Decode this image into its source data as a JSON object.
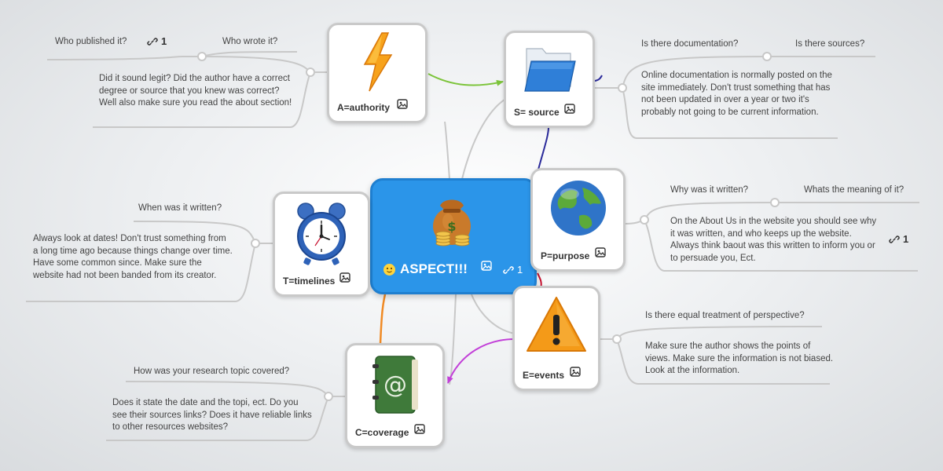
{
  "central": {
    "title": "ASPECT!!!",
    "link_count": "1",
    "icon": "money-bag-icon"
  },
  "nodes": {
    "authority": {
      "label": "A=authority",
      "icon": "lightning-icon"
    },
    "source": {
      "label": "S= source",
      "icon": "folder-icon"
    },
    "purpose": {
      "label": "P=purpose",
      "icon": "globe-icon"
    },
    "events": {
      "label": "E=events",
      "icon": "warning-icon"
    },
    "coverage": {
      "label": "C=coverage",
      "icon": "address-book-icon"
    },
    "timelines": {
      "label": "T=timelines",
      "icon": "alarm-clock-icon"
    }
  },
  "topics": {
    "who_published": "Who published it?",
    "who_published_links": "1",
    "who_wrote": "Who wrote it?",
    "authority_detail": "Did it sound legit? Did the author have a correct degree or source that you knew was correct? Well also make sure you read the about section!",
    "documentation": "Is there documentation?",
    "sources": "Is there sources?",
    "source_detail": "Online documentation is normally posted on the site immediately. Don't trust something that has not been updated in over a year or two it's probably not going to be current information.",
    "why_written": "Why was it written?",
    "meaning": "Whats the meaning of it?",
    "purpose_detail": "On the About Us in the website you should see why it was written, and who keeps up the website. Always think baout was this written to inform you or to persuade you, Ect.",
    "purpose_links": "1",
    "equal_treatment": "Is there equal treatment of perspective?",
    "events_detail": "Make sure the author shows the points of views.  Make sure the information is not biased. Look at the information.",
    "research_covered": "How was your research topic covered?",
    "coverage_detail": "Does it state the date and the topi, ect. Do you see their sources links? Does it have reliable links to other resources websites?",
    "when_written": "When was it written?",
    "timelines_detail": "Always look at dates! Don't trust something from a long time ago because things change over time. Have some common since. Make sure the website had not been banded from its creator."
  },
  "colors": {
    "central_fill": "#2b95e9",
    "arrow_green": "#7cc43a",
    "arrow_purple": "#c240d8",
    "line_navy": "#2a2a9a",
    "line_red": "#c8102e",
    "line_orange": "#f08a24",
    "line_grey": "#c8c8c8"
  }
}
